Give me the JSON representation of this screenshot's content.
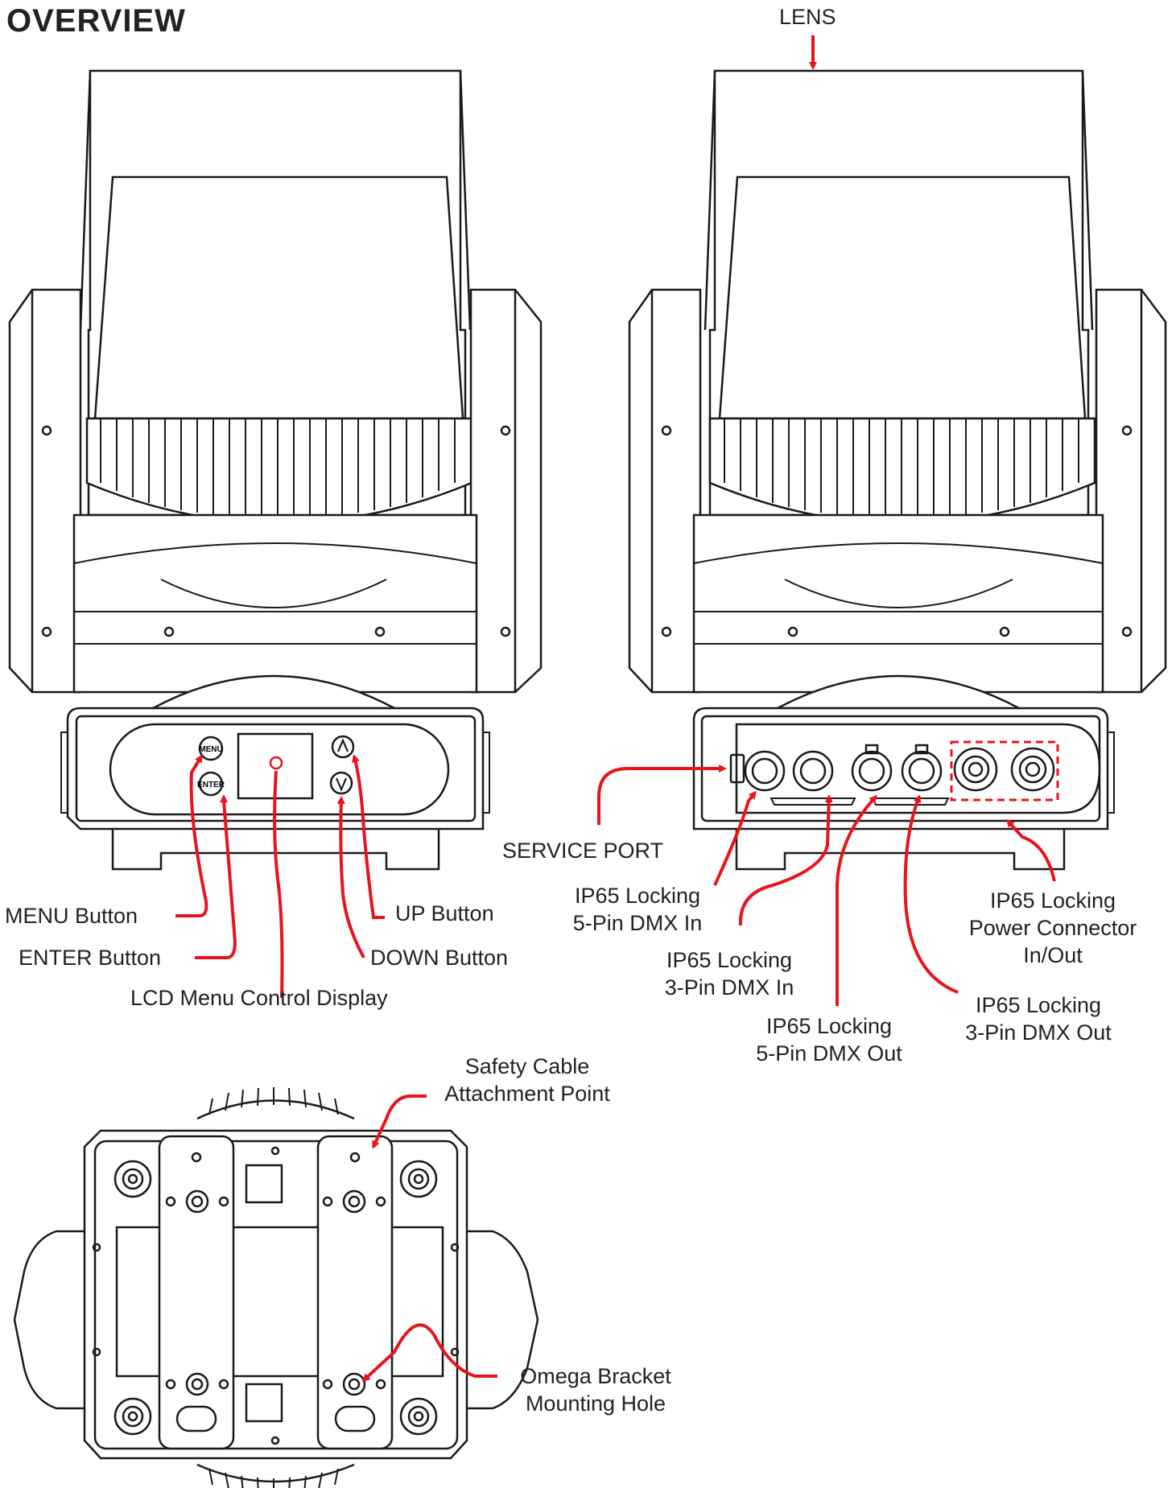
{
  "title": "OVERVIEW",
  "labels": {
    "lens": "LENS",
    "menu_button": "MENU Button",
    "enter_button": "ENTER Button",
    "lcd_display": "LCD Menu Control Display",
    "up_button": "UP Button",
    "down_button": "DOWN Button",
    "service_port": "SERVICE PORT",
    "dmx5_in_1": "IP65 Locking",
    "dmx5_in_2": "5-Pin DMX In",
    "dmx3_in_1": "IP65 Locking",
    "dmx3_in_2": "3-Pin DMX In",
    "dmx5_out_1": "IP65 Locking",
    "dmx5_out_2": "5-Pin DMX Out",
    "dmx3_out_1": "IP65 Locking",
    "dmx3_out_2": "3-Pin DMX Out",
    "power_1": "IP65 Locking",
    "power_2": "Power Connector",
    "power_3": "In/Out",
    "safety_1": "Safety Cable",
    "safety_2": "Attachment Point",
    "omega_1": "Omega Bracket",
    "omega_2": "Mounting Hole"
  },
  "panel_buttons": {
    "menu": "MENU",
    "enter": "ENTER"
  },
  "colors": {
    "callout": "#e8141c",
    "line": "#1a1a1a"
  },
  "icons": [
    "up-arrow-icon",
    "down-arrow-icon"
  ]
}
